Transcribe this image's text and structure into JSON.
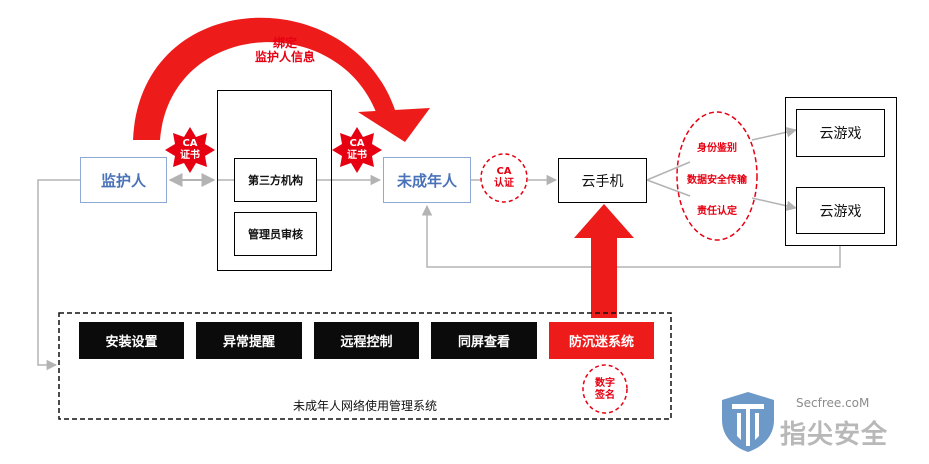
{
  "nodes": {
    "guardian": "监护人",
    "third_party": "第三方机构",
    "admin_review": "管理员审核",
    "minor": "未成年人",
    "cloud_phone": "云手机",
    "cloud_game_1": "云游戏",
    "cloud_game_2": "云游戏"
  },
  "labels": {
    "bind_title_1": "绑定",
    "bind_title_2": "监护人信息",
    "ca_cert_1_top": "CA",
    "ca_cert_1_bottom": "证书",
    "ca_cert_2_top": "CA",
    "ca_cert_2_bottom": "证书",
    "ca_auth_top": "CA",
    "ca_auth_bottom": "认证",
    "identity": "身份鉴别",
    "data_transfer": "数据安全传输",
    "responsibility": "责任认定",
    "sign_top": "数字",
    "sign_bottom": "签名"
  },
  "system": {
    "title": "未成年人网络使用管理系统",
    "buttons": [
      "安装设置",
      "异常提醒",
      "远程控制",
      "同屏查看",
      "防沉迷系统"
    ]
  },
  "watermark": {
    "url": "Secfree.coM",
    "brand": "指尖安全"
  },
  "colors": {
    "red": "#e60012",
    "blue": "#4a72b8",
    "gray_line": "#b3b3b3"
  }
}
